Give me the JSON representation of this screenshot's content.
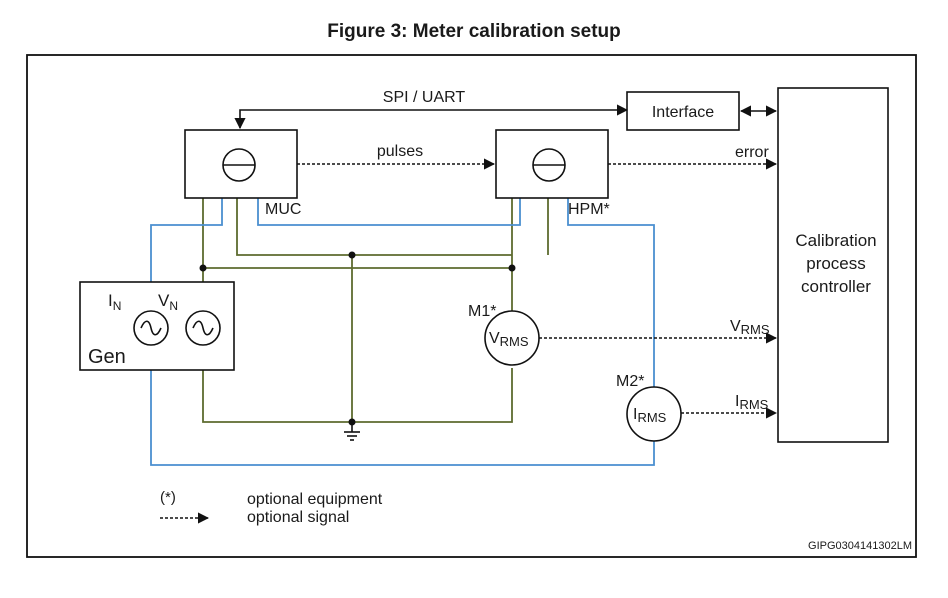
{
  "figure": {
    "title": "Figure 3: Meter calibration setup",
    "reference_code": "GIPG0304141302LM"
  },
  "blocks": {
    "interface": "Interface",
    "controller_line1": "Calibration",
    "controller_line2": "process",
    "controller_line3": "controller",
    "muc": "MUC",
    "hpm": "HPM*",
    "gen": "Gen",
    "gen_in_main": "I",
    "gen_in_sub": "N",
    "gen_vn_main": "V",
    "gen_vn_sub": "N",
    "m1_tag": "M1*",
    "m1_main": "V",
    "m1_sub": "RMS",
    "m2_tag": "M2*",
    "m2_main": "I",
    "m2_sub": "RMS"
  },
  "signals": {
    "spi_uart": "SPI / UART",
    "pulses": "pulses",
    "error": "error",
    "vrms_main": "V",
    "vrms_sub": "RMS",
    "irms_main": "I",
    "irms_sub": "RMS"
  },
  "legend": {
    "star_symbol": "(*)",
    "optional_equipment": "optional equipment",
    "optional_signal": "optional signal"
  },
  "colors": {
    "voltage_wire": "#5d6b2f",
    "current_wire": "#4a8fd0",
    "line": "#111111"
  }
}
